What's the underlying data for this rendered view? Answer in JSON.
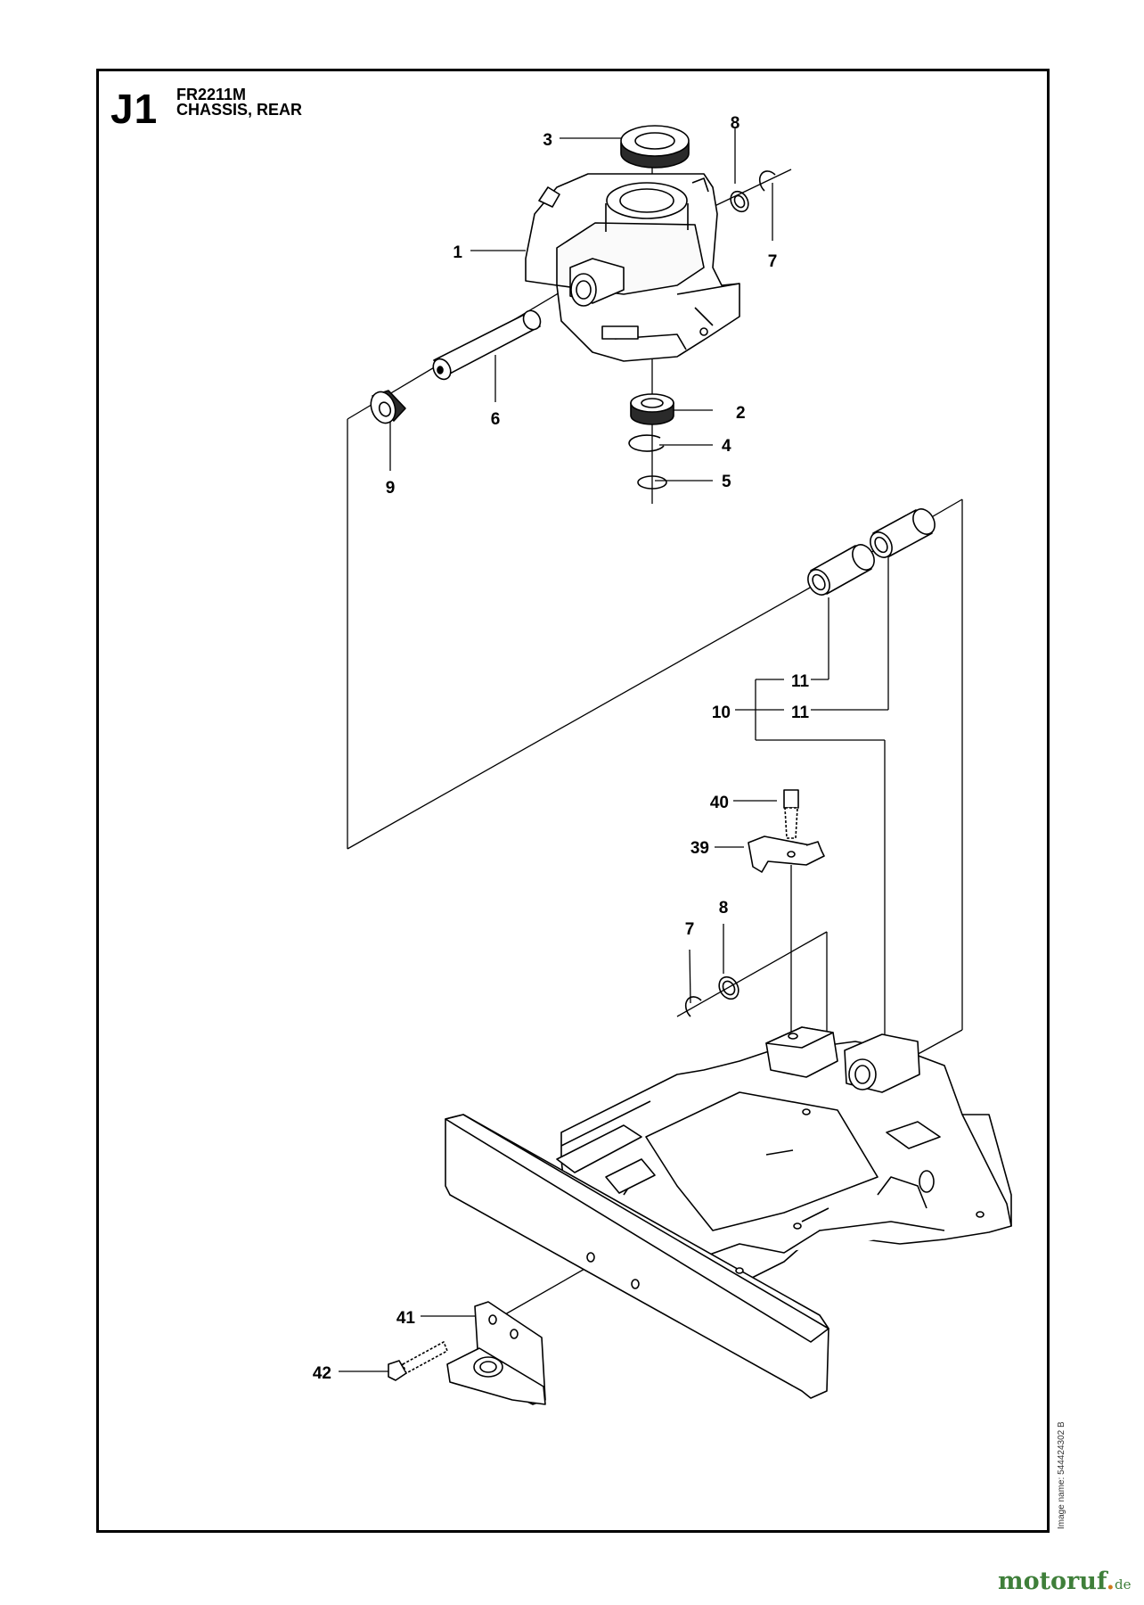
{
  "header": {
    "section_code": "J1",
    "model": "FR2211M",
    "title": "CHASSIS, REAR"
  },
  "parts": {
    "p1": "1",
    "p2": "2",
    "p3": "3",
    "p4": "4",
    "p5": "5",
    "p6": "6",
    "p7a": "7",
    "p7b": "7",
    "p8a": "8",
    "p8b": "8",
    "p9": "9",
    "p10": "10",
    "p11a": "11",
    "p11b": "11",
    "p39": "39",
    "p40": "40",
    "p41": "41",
    "p42": "42"
  },
  "image_name": "Image name: 544424302 B",
  "watermark": {
    "brand": "motoruf",
    "tld": "de"
  }
}
